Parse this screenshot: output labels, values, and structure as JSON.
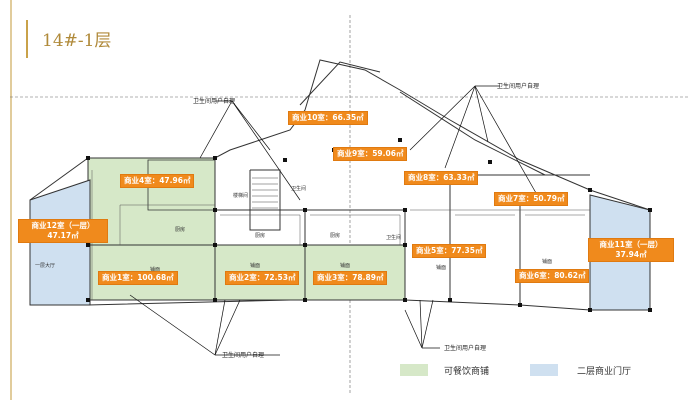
{
  "title": "14#-1层",
  "rooms": {
    "r1": "商业1室：100.68㎡",
    "r2": "商业2室：72.53㎡",
    "r3": "商业3室：78.89㎡",
    "r4": "商业4室：47.96㎡",
    "r5": "商业5室：77.35㎡",
    "r6": "商业6室：80.62㎡",
    "r7": "商业7室：50.79㎡",
    "r8": "商业8室：63.33㎡",
    "r9": "商业9室：59.06㎡",
    "r10": "商业10室：66.35㎡",
    "r11_l1": "商业11室（一层）",
    "r11_l2": "37.94㎡",
    "r12_l1": "商业12室（一层）",
    "r12_l2": "47.17㎡"
  },
  "callouts": {
    "top_left": "卫生间用户自理",
    "top_right": "卫生间用户自理",
    "bottom_left": "卫生间用户自理",
    "bottom_right": "卫生间用户自理"
  },
  "small_labels": {
    "lobby": "一层大厅",
    "kitchen1": "厨房",
    "kitchen2": "厨房",
    "kitchen3": "厨房",
    "stair": "楼梯间",
    "wc1": "卫生间",
    "wc2": "卫生间",
    "shop1": "铺面",
    "shop2": "铺面",
    "shop3": "铺面",
    "shop4": "铺面",
    "shop5": "铺面"
  },
  "legend": {
    "green_label": "可餐饮商铺",
    "blue_label": "二层商业门厅",
    "green_color": "#d6e8c8",
    "blue_color": "#cfe0f0"
  },
  "colors": {
    "accent_orange": "#f08a1c",
    "title_gold": "#b08a3a"
  }
}
